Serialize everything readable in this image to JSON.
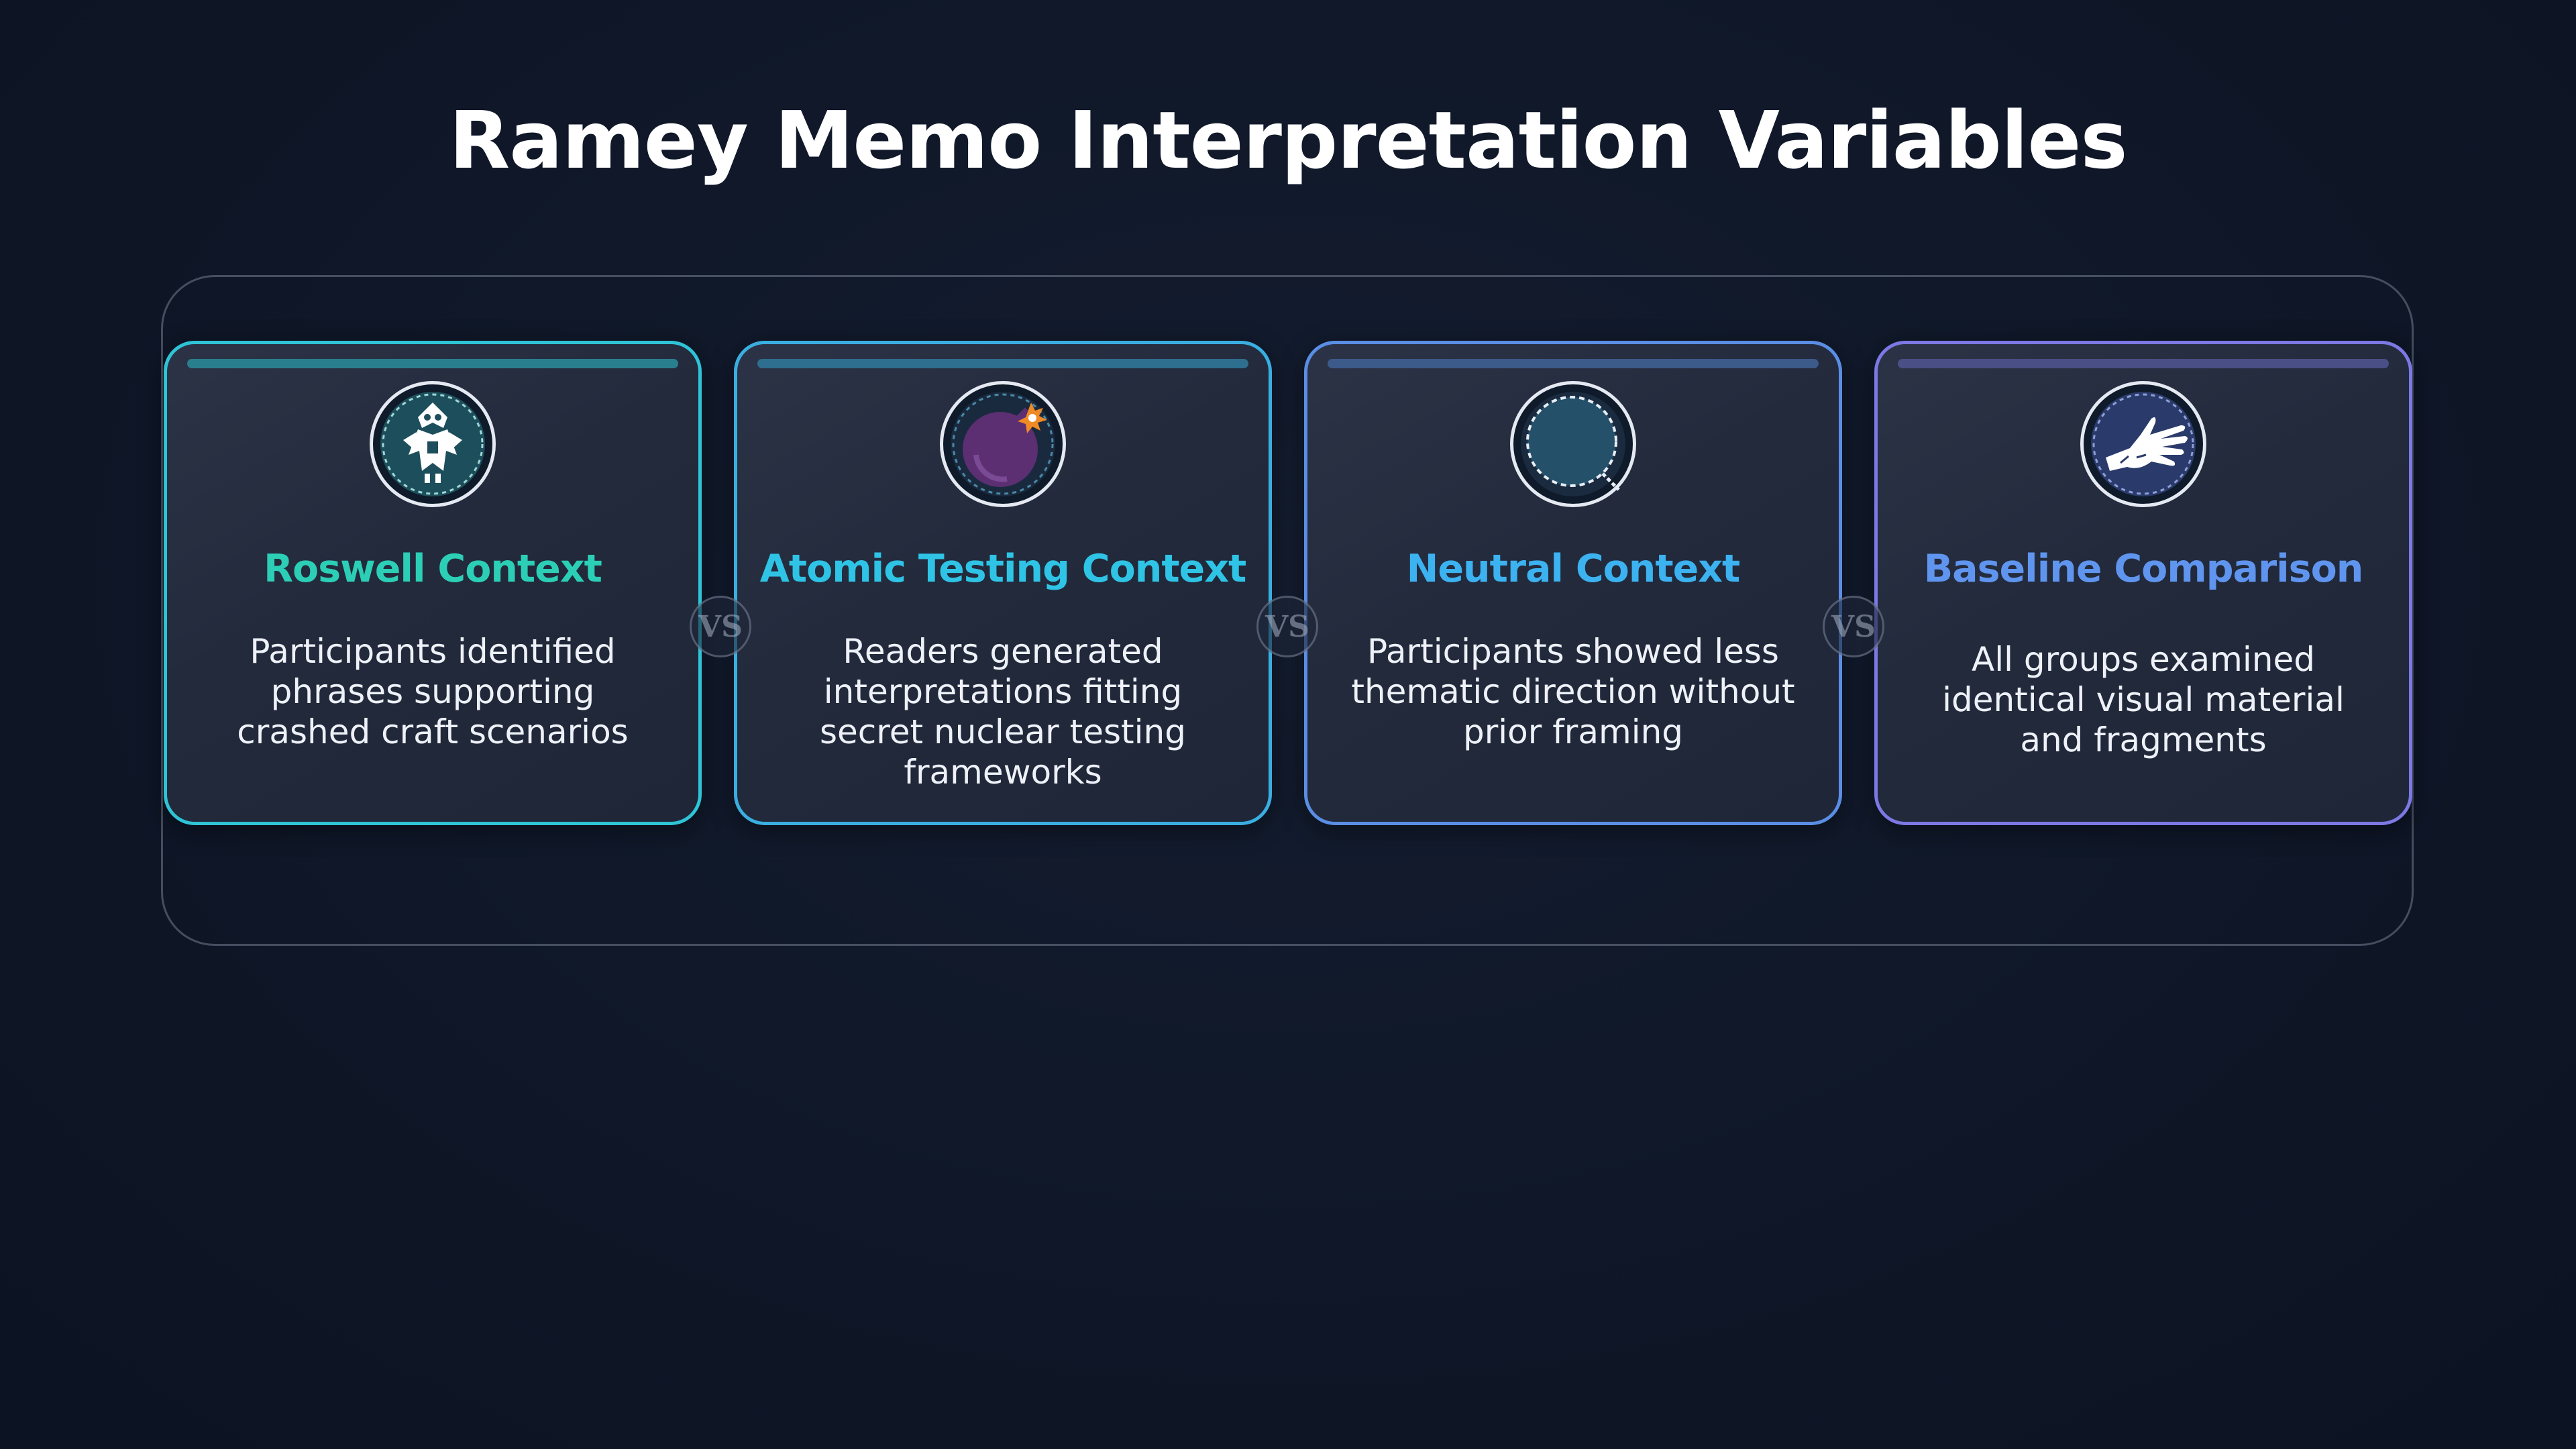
{
  "title": "Ramey Memo Interpretation Variables",
  "separator": "VS",
  "cards": [
    {
      "title": "Roswell Context",
      "description": "Participants identified phrases supporting crashed craft scenarios",
      "icon": "alien-craft-icon",
      "accent": "#2ccfb6",
      "border": "#2ec4d6"
    },
    {
      "title": "Atomic Testing Context",
      "description": "Readers generated interpretations fitting secret nuclear testing frameworks",
      "icon": "bomb-icon",
      "accent": "#2fc4e6",
      "border": "#3aaee0"
    },
    {
      "title": "Neutral Context",
      "description": "Participants showed less thematic direction without prior framing",
      "icon": "magnifier-icon",
      "accent": "#3cb2f0",
      "border": "#5a8ee4"
    },
    {
      "title": "Baseline Comparison",
      "description": "All groups examined identical visual material and fragments",
      "icon": "hand-icon",
      "accent": "#5f95ee",
      "border": "#7c78e4"
    }
  ]
}
